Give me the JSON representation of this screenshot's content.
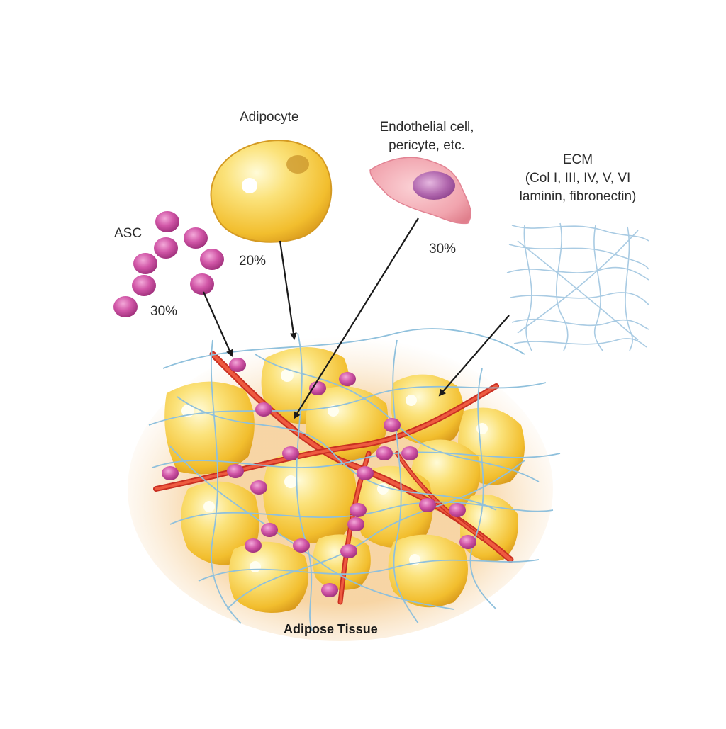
{
  "labels": {
    "adipocyte": "Adipocyte",
    "adipocyte_pct": "20%",
    "endothelial_line1": "Endothelial cell,",
    "endothelial_line2": "pericyte, etc.",
    "endothelial_pct": "30%",
    "ecm_line1": "ECM",
    "ecm_line2": "(Col I, III, IV, V, VI",
    "ecm_line3": "laminin, fibronectin)",
    "asc": "ASC",
    "asc_pct": "30%",
    "tissue": "Adipose Tissue"
  },
  "colors": {
    "adipocyte_fill": "#f5c93a",
    "adipocyte_light": "#fff4b0",
    "asc_fill": "#c9489c",
    "endothelial_fill": "#f2a2ad",
    "endothelial_nucleus": "#a8509f",
    "ecm_fiber": "#9cc4de",
    "vessel": "#e2432e",
    "arrow": "#1a1a1a"
  }
}
